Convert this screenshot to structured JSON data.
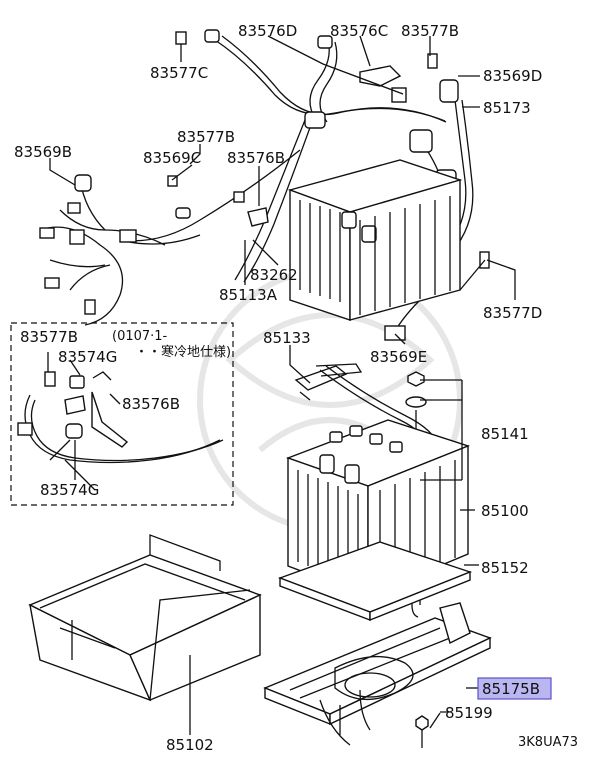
{
  "diagram": {
    "labels": {
      "p83576D": "83576D",
      "p83576C": "83576C",
      "p83577B_top": "83577B",
      "p83577C": "83577C",
      "p83569D": "83569D",
      "p85173": "85173",
      "p83569B": "83569B",
      "p83577B_mid": "83577B",
      "p83569C": "83569C",
      "p83576B_mid": "83576B",
      "p83262": "83262",
      "p85113A": "85113A",
      "p83577D": "83577D",
      "p85133": "85133",
      "p83569E": "83569E",
      "p85141": "85141",
      "p85100": "85100",
      "p85152": "85152",
      "p85175B": "85175B",
      "p85199": "85199",
      "p85102": "85102",
      "inset_83577B": "83577B",
      "inset_83574G_top": "83574G",
      "inset_83576B": "83576B",
      "inset_83574G_bottom": "83574G",
      "inset_note_line1": "(0107·1-",
      "inset_note_line2": "・・寒冷地仕様)",
      "drawing_code": "3K8UA73"
    },
    "highlight_color": "#b9b6f2"
  }
}
